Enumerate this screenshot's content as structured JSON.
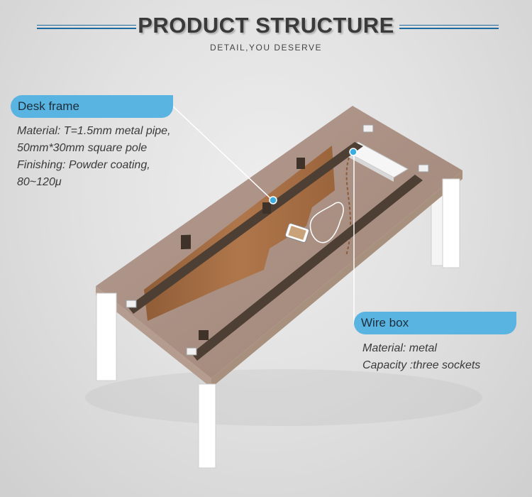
{
  "header": {
    "title": "PRODUCT STRUCTURE",
    "subtitle": "DETAIL,YOU DESERVE"
  },
  "callouts": [
    {
      "label": "Desk frame",
      "lines": [
        "Material: T=1.5mm metal pipe,",
        "50mm*30mm square pole",
        "Finishing: Powder coating,",
        "80~120μ"
      ]
    },
    {
      "label": "Wire box",
      "lines": [
        "Material: metal",
        "Capacity :three sockets"
      ]
    }
  ],
  "colors": {
    "accent": "#5ab4e2",
    "rule": "#1c6aa0",
    "glass_top": "#9c7f6e",
    "frame": "#4d3f33",
    "leg": "#ffffff",
    "screen": "#a36a3e"
  },
  "icons": [
    "desk-frame-marker-icon",
    "wire-box-marker-icon"
  ]
}
